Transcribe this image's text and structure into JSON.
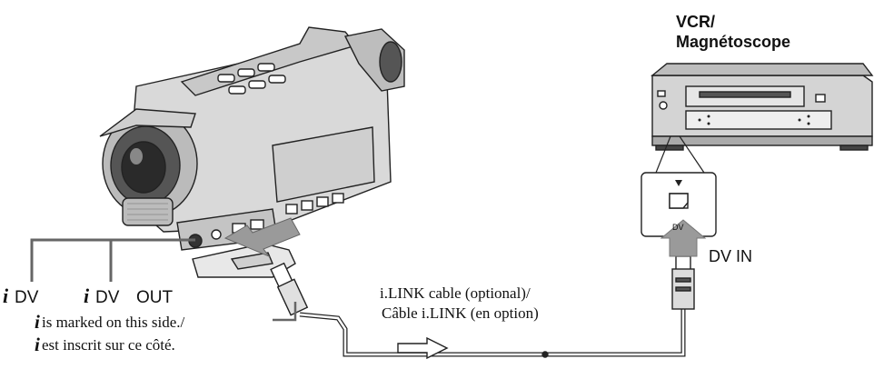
{
  "labels": {
    "vcr": "VCR/",
    "magnetoscope": "Magnétoscope",
    "dv_in": "DV IN",
    "port_dv": "DV",
    "jack_dv": "DV",
    "jack_dv_out_dv": "DV",
    "jack_out": "OUT",
    "ilink_glyph": "i",
    "cable_en": "i.LINK cable (optional)/",
    "cable_fr": "Câble i.LINK (en option)",
    "marked_en": " is marked on this side./",
    "marked_fr": " est inscrit sur ce côté."
  },
  "icons": [
    "camcorder",
    "vcr",
    "dv-port-arrow",
    "i-link-cable",
    "flow-arrow"
  ],
  "colors": {
    "arrow": "#9a9a9a",
    "line": "#222222",
    "body": "#dcdcdc"
  }
}
